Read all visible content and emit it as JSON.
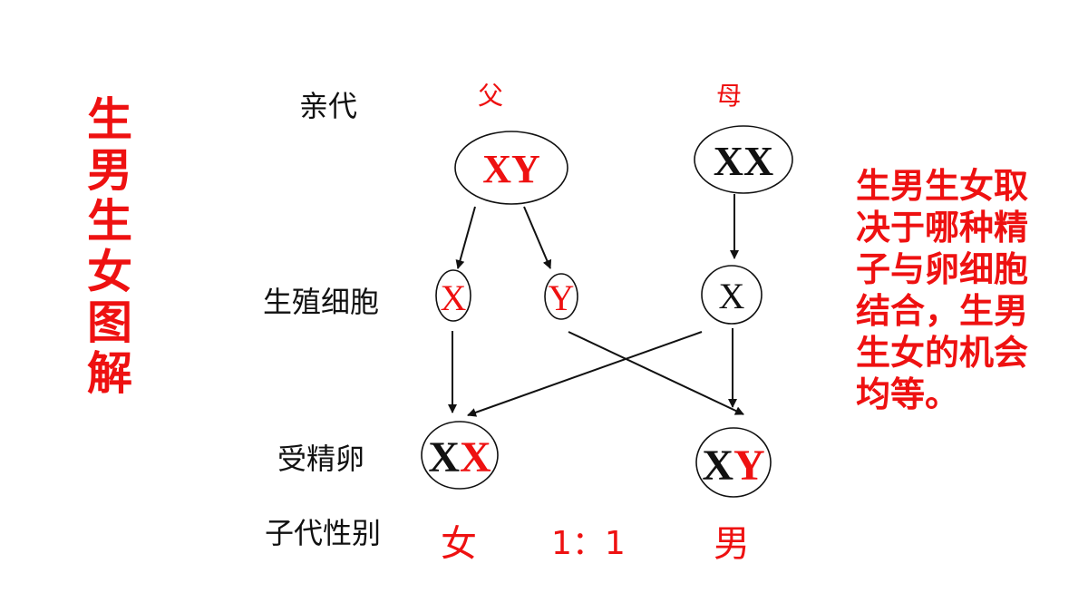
{
  "title": "生男生女图解",
  "rows": {
    "parents": "亲代",
    "gametes": "生殖细胞",
    "zygote": "受精卵",
    "offspring_sex": "子代性别"
  },
  "parents": {
    "father": "父",
    "mother": "母"
  },
  "genotypes": {
    "father": "XY",
    "mother": "XX",
    "sperm_x": "X",
    "sperm_y": "Y",
    "egg_x": "X",
    "zygote_female": {
      "from_father": "X",
      "from_mother": "X"
    },
    "zygote_male": {
      "from_mother": "X",
      "from_father": "Y"
    }
  },
  "offspring": {
    "female": "女",
    "male": "男",
    "ratio": "1：1"
  },
  "note": "生男生女取决于哪种精子与卵细胞结合，生男生女的机会均等。",
  "colors": {
    "accent": "#ee1111",
    "text": "#111111",
    "line": "#111111"
  }
}
